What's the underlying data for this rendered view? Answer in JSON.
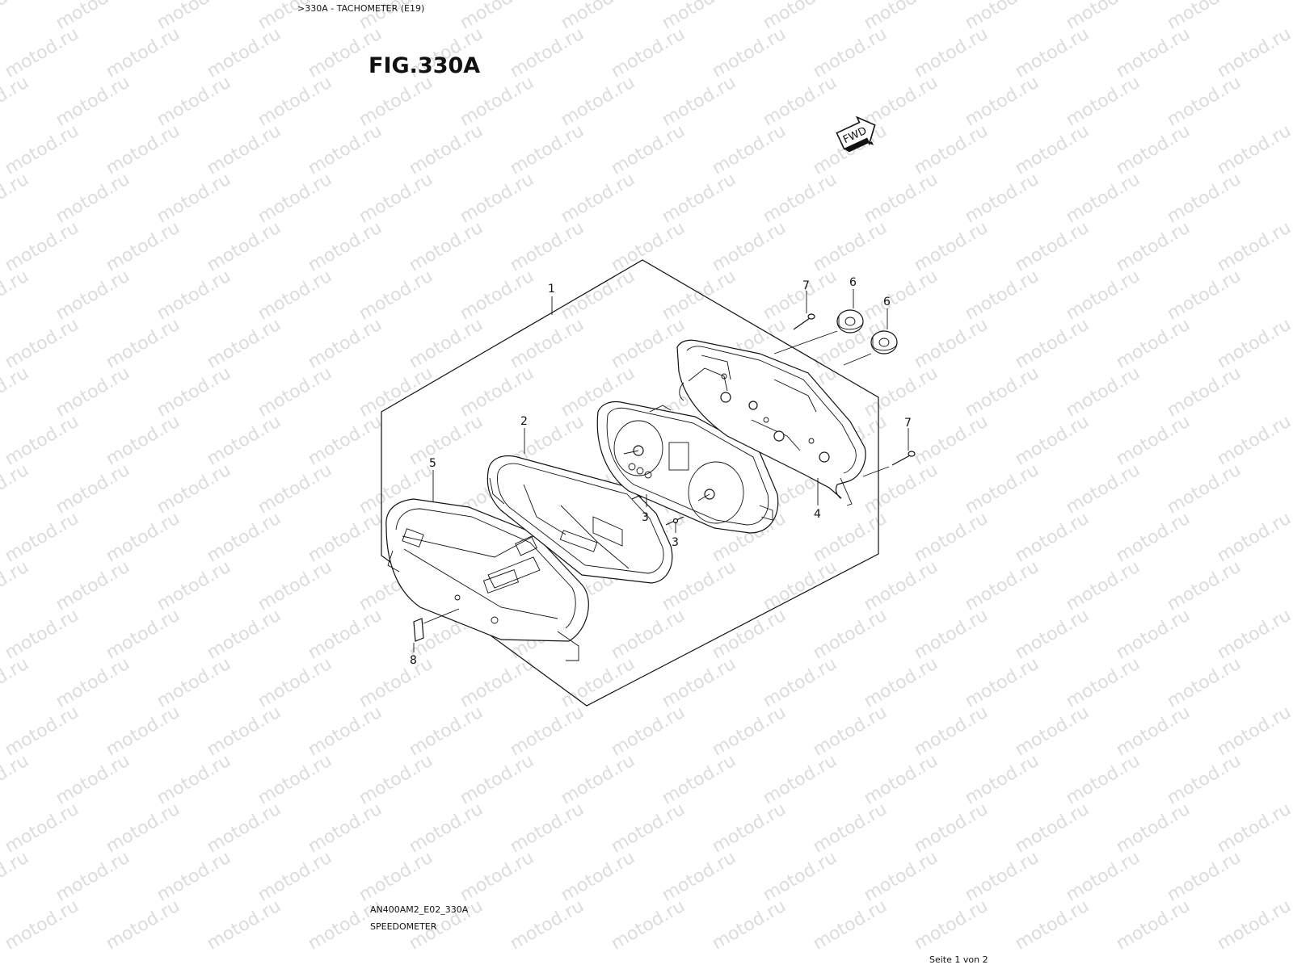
{
  "header": {
    "breadcrumb": ">330A - TACHOMETER (E19)",
    "figure_title": "FIG.330A"
  },
  "direction_badge": {
    "label": "FWD"
  },
  "watermark": {
    "text": "motod.ru"
  },
  "callouts": {
    "c1": "1",
    "c2": "2",
    "c3a": "3",
    "c3b": "3",
    "c4": "4",
    "c5": "5",
    "c6a": "6",
    "c6b": "6",
    "c7a": "7",
    "c7b": "7",
    "c8": "8"
  },
  "footer": {
    "model_code": "AN400AM2_E02_330A",
    "description": "SPEEDOMETER",
    "page_info": "Seite 1 von 2"
  }
}
